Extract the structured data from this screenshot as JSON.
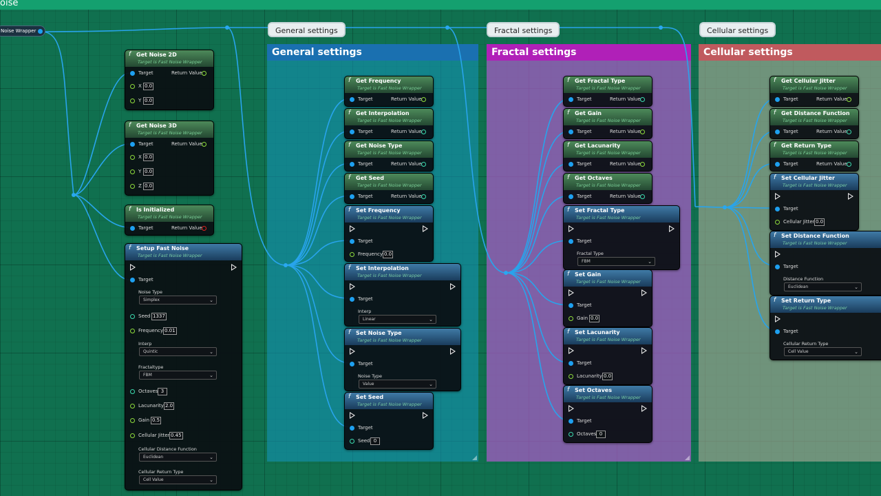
{
  "window": {
    "title": "oise"
  },
  "variable_node": {
    "label": "Noise Wrapper"
  },
  "common": {
    "target_label": "Target",
    "return_label": "Return Value",
    "target_sub": "Target is Fast Noise Wrapper",
    "fn_glyph": "f"
  },
  "bubbles": {
    "general": "General settings",
    "fractal": "Fractal settings",
    "cellular": "Cellular settings"
  },
  "comments": {
    "general": {
      "title": "General settings",
      "color": "#1a70b0"
    },
    "fractal": {
      "title": "Fractal settings",
      "color": "#b020b8"
    },
    "cellular": {
      "title": "Cellular settings",
      "color": "#c05a5e"
    }
  },
  "nodes": {
    "get_noise_2d": {
      "title": "Get Noise 2D",
      "x_label": "X",
      "x_value": "0.0",
      "y_label": "Y",
      "y_value": "0.0"
    },
    "get_noise_3d": {
      "title": "Get Noise 3D",
      "x_label": "X",
      "x_value": "0.0",
      "y_label": "Y",
      "y_value": "0.0",
      "z_label": "Z",
      "z_value": "0.0"
    },
    "is_initialized": {
      "title": "Is Initialized"
    },
    "setup": {
      "title": "Setup Fast Noise",
      "noise_type_label": "Noise Type",
      "noise_type_value": "Simplex",
      "seed_label": "Seed",
      "seed_value": "1337",
      "frequency_label": "Frequency",
      "frequency_value": "0.01",
      "interp_label": "Interp",
      "interp_value": "Quintic",
      "fractal_label": "Fractaltype",
      "fractal_value": "FBM",
      "octaves_label": "Octaves",
      "octaves_value": "3",
      "lacunarity_label": "Lacunarity",
      "lacunarity_value": "2.0",
      "gain_label": "Gain",
      "gain_value": "0.5",
      "jitter_label": "Cellular Jitter",
      "jitter_value": "0.45",
      "dist_label": "Cellular Distance Function",
      "dist_value": "Euclidean",
      "return_type_label": "Cellular Return Type",
      "return_type_value": "Cell Value"
    },
    "g_get_frequency": {
      "title": "Get Frequency"
    },
    "g_get_interpolation": {
      "title": "Get Interpolation"
    },
    "g_get_noise_type": {
      "title": "Get Noise Type"
    },
    "g_get_seed": {
      "title": "Get Seed"
    },
    "g_set_frequency": {
      "title": "Set Frequency",
      "param_label": "Frequency",
      "param_value": "0.0"
    },
    "g_set_interpolation": {
      "title": "Set Interpolation",
      "param_label": "Interp",
      "param_value": "Linear"
    },
    "g_set_noise_type": {
      "title": "Set Noise Type",
      "param_label": "Noise Type",
      "param_value": "Value"
    },
    "g_set_seed": {
      "title": "Set Seed",
      "param_label": "Seed",
      "param_value": "0"
    },
    "f_get_fractal_type": {
      "title": "Get Fractal Type"
    },
    "f_get_gain": {
      "title": "Get Gain"
    },
    "f_get_lacunarity": {
      "title": "Get Lacunarity"
    },
    "f_get_octaves": {
      "title": "Get Octaves"
    },
    "f_set_fractal_type": {
      "title": "Set Fractal Type",
      "param_label": "Fractal Type",
      "param_value": "FBM"
    },
    "f_set_gain": {
      "title": "Set Gain",
      "param_label": "Gain",
      "param_value": "0.0"
    },
    "f_set_lacunarity": {
      "title": "Set Lacunarity",
      "param_label": "Lacunarity",
      "param_value": "0.0"
    },
    "f_set_octaves": {
      "title": "Set Octaves",
      "param_label": "Octaves",
      "param_value": "0"
    },
    "c_get_cellular_jitter": {
      "title": "Get Cellular Jitter"
    },
    "c_get_distance_function": {
      "title": "Get Distance Function"
    },
    "c_get_return_type": {
      "title": "Get Return Type"
    },
    "c_set_cellular_jitter": {
      "title": "Set Cellular Jitter",
      "param_label": "Cellular Jitter",
      "param_value": "0.0"
    },
    "c_set_distance_function": {
      "title": "Set Distance Function",
      "param_label": "Distance Function",
      "param_value": "Euclidean"
    },
    "c_set_return_type": {
      "title": "Set Return Type",
      "param_label": "Cellular Return Type",
      "param_value": "Cell Value"
    }
  }
}
